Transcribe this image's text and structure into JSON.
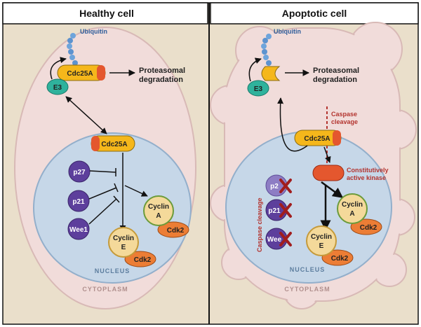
{
  "panels": {
    "left": {
      "title": "Healthy cell",
      "ubiquitin": "Ubiquitin",
      "cdc25a_top": "Cdc25A",
      "e3": "E3",
      "proteasomal_1": "Proteasomal",
      "proteasomal_2": "degradation",
      "cdc25a_nucleus": "Cdc25A",
      "p27": "p27",
      "p21": "p21",
      "wee1": "Wee1",
      "cyclin_a_1": "Cyclin",
      "cyclin_a_2": "A",
      "cdk2_a": "Cdk2",
      "cyclin_e_1": "Cyclin",
      "cyclin_e_2": "E",
      "cdk2_e": "Cdk2",
      "nucleus": "NUCLEUS",
      "cytoplasm": "CYTOPLASM"
    },
    "right": {
      "title": "Apoptotic cell",
      "ubiquitin": "Ubiquitin",
      "e3": "E3",
      "proteasomal_1": "Proteasomal",
      "proteasomal_2": "degradation",
      "caspase_1": "Caspase",
      "caspase_2": "cleavage",
      "cdc25a": "Cdc25A",
      "constitutive_1": "Constitutively",
      "constitutive_2": "active kinase",
      "caspase_vertical": "Caspase cleavage",
      "p27": "p2",
      "p21": "p21",
      "wee1": "Wee",
      "cyclin_a_1": "Cyclin",
      "cyclin_a_2": "A",
      "cdk2_a": "Cdk2",
      "cyclin_e_1": "Cyclin",
      "cyclin_e_2": "E",
      "cdk2_e": "Cdk2",
      "nucleus": "NUCLEUS",
      "cytoplasm": "CYTOPLASM"
    }
  },
  "colors": {
    "cytoplasm": "#f1dcda",
    "cytoplasm_stroke": "#d8b9b6",
    "nucleus": "#c6d7e8",
    "nucleus_stroke": "#93afcb",
    "cdc25a": "#f5b71b",
    "cdc25a_end": "#e4572e",
    "e3": "#2fb29c",
    "inhibitor": "#5d3f9c",
    "cyclin": "#f4d99a",
    "cdk2": "#ec7d35",
    "cross": "#a11d1d",
    "ubiquitin": "#5d93cf",
    "background": "#eadfcb"
  }
}
